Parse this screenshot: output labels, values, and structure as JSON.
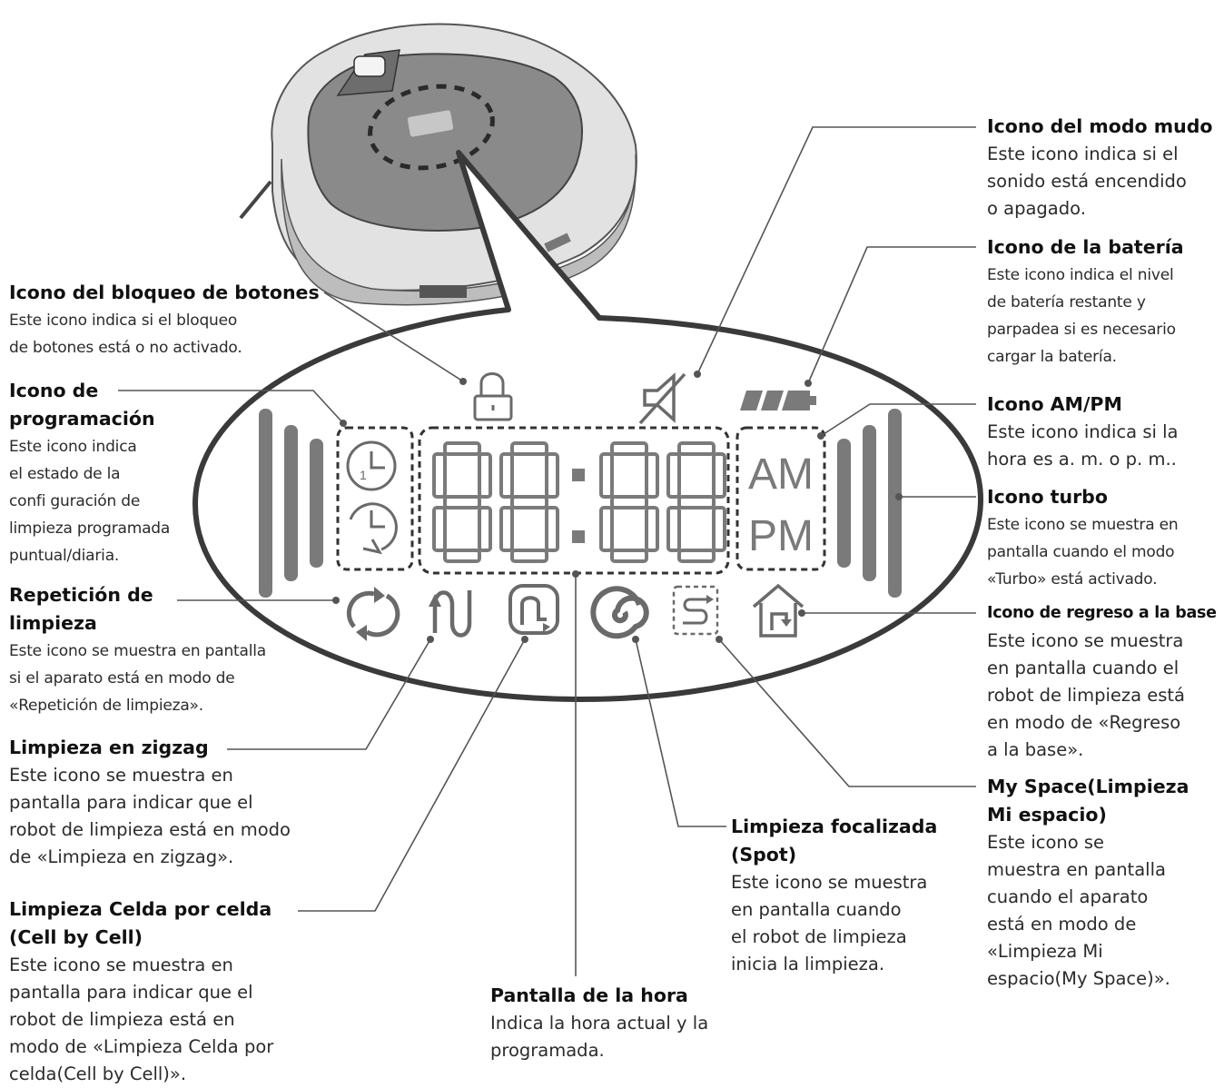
{
  "seg_display": "88:88",
  "am_label": "AM",
  "pm_label": "PM",
  "callouts": {
    "button_lock": {
      "title": "Icono del bloqueo de botones",
      "desc": [
        "Este icono indica si el bloqueo",
        "de botones está o no activado."
      ]
    },
    "schedule": {
      "title": [
        "Icono de",
        "programación"
      ],
      "desc": [
        "Este icono indica",
        "el estado de la",
        "confi guración de",
        "limpieza programada",
        "puntual/diaria."
      ]
    },
    "repeat": {
      "title": [
        "Repetición de",
        "limpieza"
      ],
      "desc": [
        "Este icono se muestra en pantalla",
        "si el aparato está en modo de",
        "«Repetición de limpieza»."
      ]
    },
    "zigzag": {
      "title": "Limpieza en zigzag",
      "desc": [
        "Este icono se muestra en",
        "pantalla para indicar que el",
        "robot de limpieza está en modo",
        "de «Limpieza en zigzag»."
      ]
    },
    "cell": {
      "title": [
        "Limpieza Celda por celda",
        "(Cell by Cell)"
      ],
      "desc": [
        "Este icono se muestra en",
        "pantalla para indicar que el",
        "robot de limpieza está en",
        "modo de «Limpieza Celda por",
        "celda(Cell by Cell)»."
      ]
    },
    "time": {
      "title": "Pantalla de la hora",
      "desc": [
        "Indica la hora actual y la",
        "programada."
      ]
    },
    "spot": {
      "title": [
        "Limpieza focalizada",
        "(Spot)"
      ],
      "desc": [
        "Este icono se muestra",
        "en pantalla cuando",
        "el robot de limpieza",
        "inicia la limpieza."
      ]
    },
    "mute": {
      "title": "Icono del modo mudo",
      "desc": [
        "Este icono indica si el",
        "sonido está encendido",
        "o apagado."
      ]
    },
    "battery": {
      "title": "Icono de la batería",
      "desc": [
        "Este icono indica el nivel",
        "de batería restante y",
        "parpadea si es necesario",
        "cargar la batería."
      ]
    },
    "ampm": {
      "title": "Icono AM/PM",
      "desc": [
        "Este icono indica si la",
        "hora es a. m. o p. m.."
      ]
    },
    "turbo": {
      "title": "Icono turbo",
      "desc": [
        "Este icono se muestra en",
        "pantalla cuando el modo",
        "«Turbo» está activado."
      ]
    },
    "home": {
      "title": "Icono de regreso a la base",
      "desc": [
        "Este icono se muestra",
        "en pantalla cuando el",
        "robot de limpieza está",
        "en modo de «Regreso",
        "a la base»."
      ]
    },
    "myspace": {
      "title": [
        "My Space(Limpieza",
        "Mi espacio)"
      ],
      "desc": [
        "Este icono se",
        "muestra en pantalla",
        "cuando el aparato",
        "está en modo de",
        "«Limpieza Mi",
        "espacio(My Space)»."
      ]
    }
  }
}
